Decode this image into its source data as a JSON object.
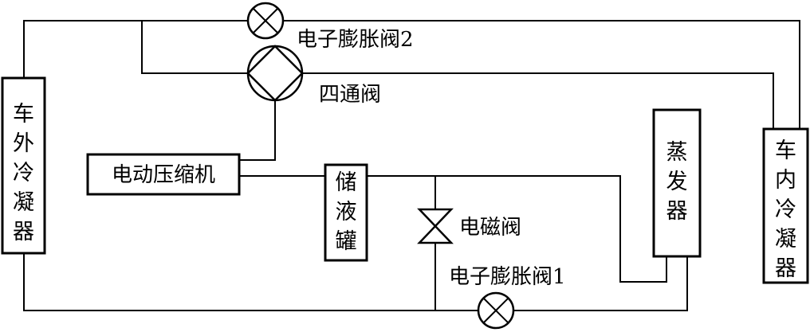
{
  "components": {
    "outdoor_condenser": "车外冷凝器",
    "indoor_condenser": "车内冷凝器",
    "compressor": "电动压缩机",
    "receiver": "储液罐",
    "evaporator": "蒸发器",
    "four_way_valve": "四通阀",
    "solenoid_valve": "电磁阀",
    "expansion_valve_1": "电子膨胀阀1",
    "expansion_valve_2": "电子膨胀阀2"
  }
}
